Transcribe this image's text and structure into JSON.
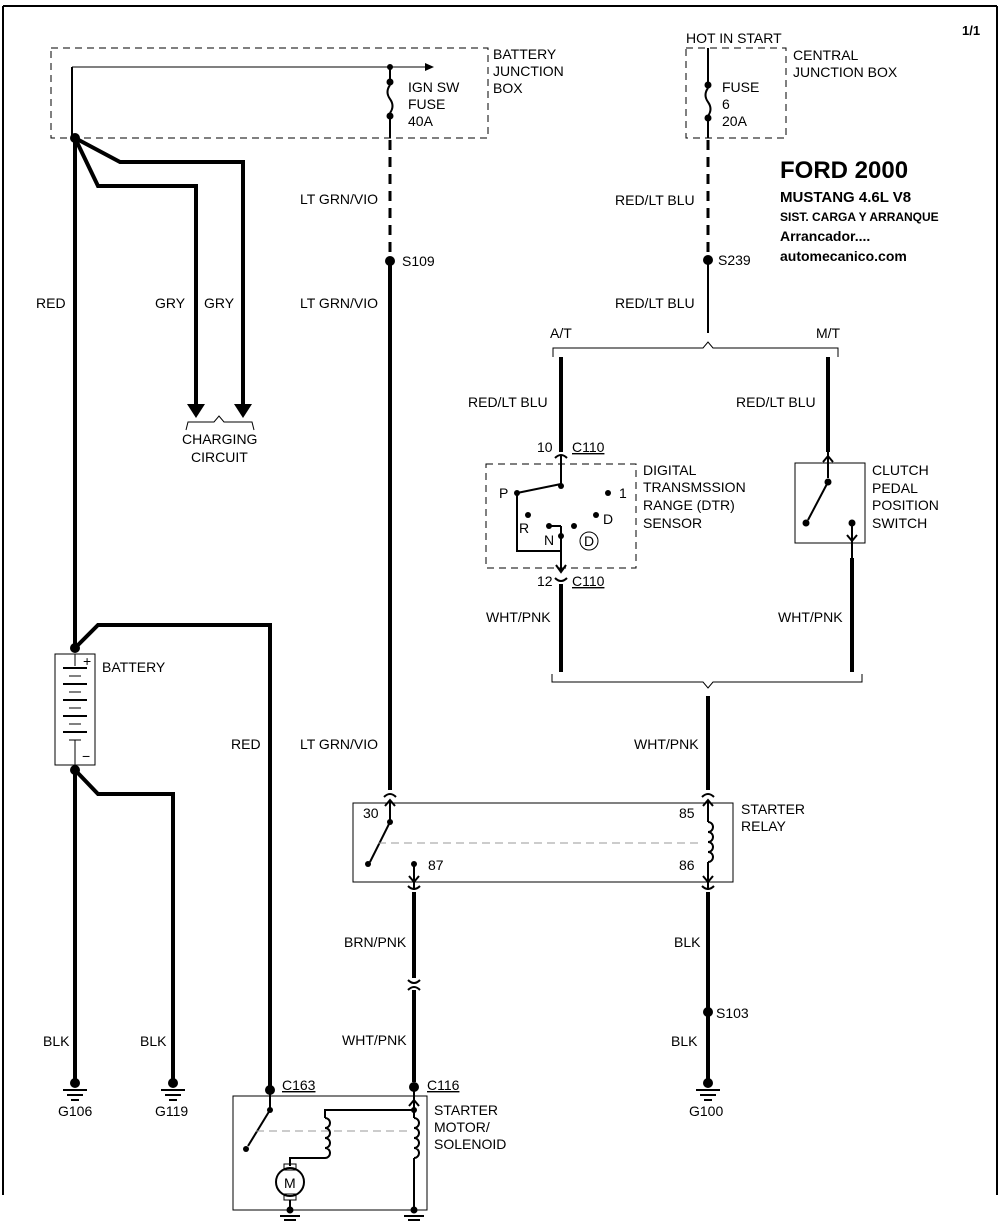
{
  "page_number": "1/1",
  "header": {
    "make_year": "FORD 2000",
    "model": "MUSTANG  4.6L  V8",
    "system": "SIST. CARGA Y ARRANQUE",
    "component": "Arrancador....",
    "site": "automecanico.com"
  },
  "battery_junction_box": {
    "title_line1": "BATTERY",
    "title_line2": "JUNCTION",
    "title_line3": "BOX",
    "fuse_line1": "IGN SW",
    "fuse_line2": "FUSE",
    "fuse_line3": "40A"
  },
  "central_junction_box": {
    "hot_in": "HOT IN START",
    "title_line1": "CENTRAL",
    "title_line2": "JUNCTION BOX",
    "fuse_line1": "FUSE",
    "fuse_line2": "6",
    "fuse_line3": "20A"
  },
  "wires": {
    "lt_grn_vio_1": "LT GRN/VIO",
    "lt_grn_vio_2": "LT GRN/VIO",
    "lt_grn_vio_3": "LT GRN/VIO",
    "red_1": "RED",
    "red_2": "RED",
    "gry_1": "GRY",
    "gry_2": "GRY",
    "red_lt_blu_1": "RED/LT BLU",
    "red_lt_blu_2": "RED/LT BLU",
    "red_lt_blu_3": "RED/LT BLU",
    "red_lt_blu_4": "RED/LT BLU",
    "wht_pnk_1": "WHT/PNK",
    "wht_pnk_2": "WHT/PNK",
    "wht_pnk_3": "WHT/PNK",
    "wht_pnk_4": "WHT/PNK",
    "brn_pnk": "BRN/PNK",
    "blk_1": "BLK",
    "blk_2": "BLK",
    "blk_3": "BLK",
    "blk_4": "BLK"
  },
  "splices": {
    "s109": "S109",
    "s239": "S239",
    "s103": "S103"
  },
  "charging": {
    "line1": "CHARGING",
    "line2": "CIRCUIT"
  },
  "branches": {
    "at": "A/T",
    "mt": "M/T"
  },
  "dtr_sensor": {
    "line1": "DIGITAL",
    "line2": "TRANSMSSION",
    "line3": "RANGE (DTR)",
    "line4": "SENSOR",
    "pin_top": "10",
    "pin_bottom": "12",
    "connector_top": "C110",
    "connector_bottom": "C110",
    "pos_p": "P",
    "pos_r": "R",
    "pos_n": "N",
    "pos_d": "D",
    "pos_1": "1",
    "pos_od": "D"
  },
  "clutch_switch": {
    "line1": "CLUTCH",
    "line2": "PEDAL",
    "line3": "POSITION",
    "line4": "SWITCH"
  },
  "battery": {
    "label": "BATTERY",
    "plus": "+",
    "minus": "−"
  },
  "starter_relay": {
    "line1": "STARTER",
    "line2": "RELAY",
    "pin_30": "30",
    "pin_85": "85",
    "pin_87": "87",
    "pin_86": "86"
  },
  "starter_motor": {
    "line1": "STARTER",
    "line2": "MOTOR/",
    "line3": "SOLENOID",
    "connector_left": "C163",
    "connector_right": "C116",
    "motor_symbol": "M"
  },
  "grounds": {
    "g106": "G106",
    "g119": "G119",
    "g100": "G100"
  }
}
